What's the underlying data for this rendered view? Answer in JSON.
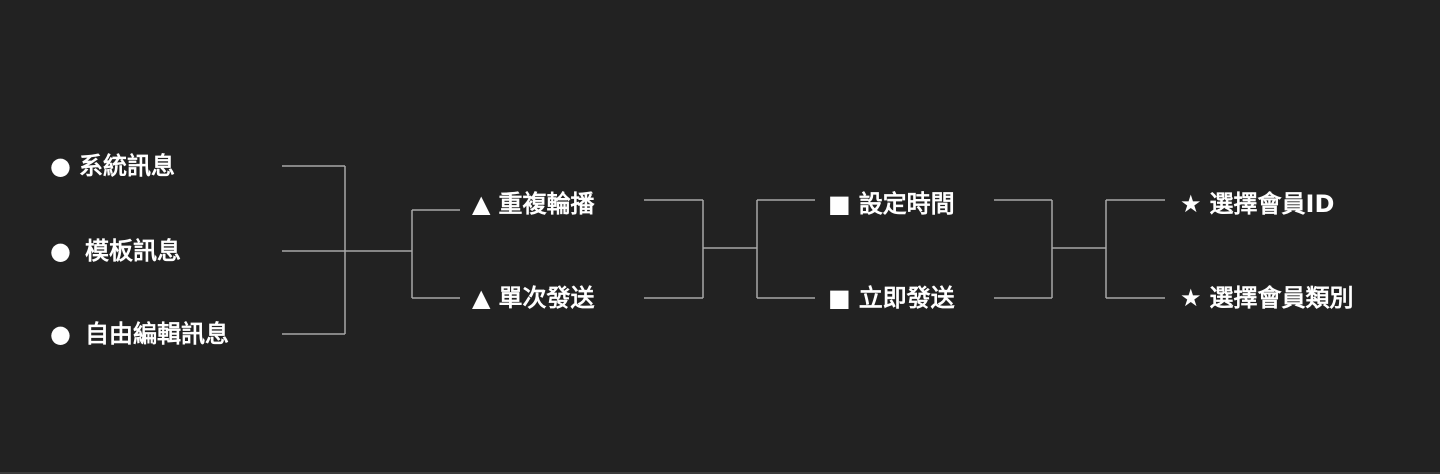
{
  "line_color": "#a8a8a8",
  "columns": [
    {
      "symbol": "●",
      "items": [
        "系統訊息",
        "模板訊息",
        "自由編輯訊息"
      ]
    },
    {
      "symbol": "▲",
      "items": [
        "重複輪播",
        "單次發送"
      ]
    },
    {
      "symbol": "■",
      "items": [
        "設定時間",
        "立即發送"
      ]
    },
    {
      "symbol": "★",
      "items": [
        "選擇會員ID",
        "選擇會員類別"
      ]
    }
  ]
}
